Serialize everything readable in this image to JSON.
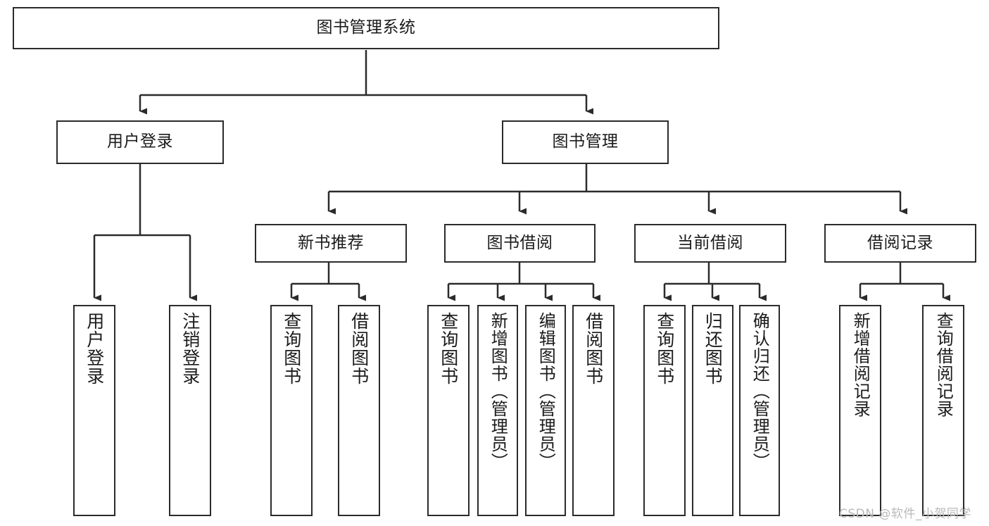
{
  "diagram": {
    "title": "图书管理系统",
    "type": "tree-hierarchy-diagram",
    "colors": {
      "box_border": "#2b2b2b",
      "edge": "#2b2b2b",
      "background": "#ffffff",
      "text": "#1b1b1b",
      "watermark": "#b9b9b9"
    },
    "watermark": "CSDN @软件_小贺同学",
    "nodes": {
      "root": {
        "label": "图书管理系统"
      },
      "level2": [
        {
          "label": "用户登录"
        },
        {
          "label": "图书管理"
        }
      ],
      "level3": [
        {
          "label": "新书推荐"
        },
        {
          "label": "图书借阅"
        },
        {
          "label": "当前借阅"
        },
        {
          "label": "借阅记录"
        }
      ],
      "leaves": {
        "user_login": [
          {
            "label": "用户登录"
          },
          {
            "label": "注销登录"
          }
        ],
        "new_book_recommend": [
          {
            "label": "查询图书"
          },
          {
            "label": "借阅图书"
          }
        ],
        "book_borrow": [
          {
            "label": "查询图书"
          },
          {
            "label": "新增图书（管理员）"
          },
          {
            "label": "编辑图书（管理员）"
          },
          {
            "label": "借阅图书"
          }
        ],
        "current_borrow": [
          {
            "label": "查询图书"
          },
          {
            "label": "归还图书"
          },
          {
            "label": "确认归还（管理员）"
          }
        ],
        "borrow_record": [
          {
            "label": "新增借阅记录"
          },
          {
            "label": "查询借阅记录"
          }
        ]
      }
    }
  }
}
